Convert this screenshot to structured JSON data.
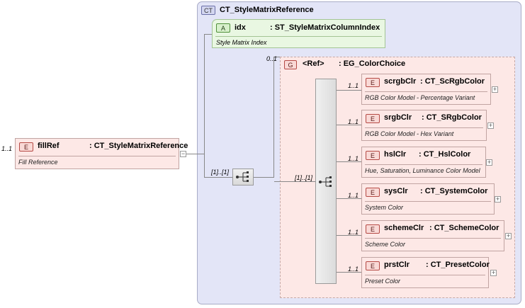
{
  "root": {
    "multiplicity": "1..1",
    "badge": "E",
    "name": "fillRef",
    "type": ": CT_StyleMatrixReference",
    "description": "Fill Reference",
    "collapse": "−"
  },
  "complex_type": {
    "badge": "CT",
    "title": "CT_StyleMatrixReference"
  },
  "attribute": {
    "badge": "A",
    "name": "idx",
    "type": ": ST_StyleMatrixColumnIndex",
    "description": "Style Matrix Index"
  },
  "sequence": {
    "multiplicity": "[1]..[1]"
  },
  "group": {
    "multiplicity": "0..1",
    "badge": "G",
    "ref": "<Ref>",
    "name": ": EG_ColorChoice"
  },
  "choice": {
    "multiplicity": "[1]..[1]"
  },
  "children": [
    {
      "multiplicity": "1..1",
      "badge": "E",
      "name": "scrgbClr",
      "type": ": CT_ScRgbColor",
      "description": "RGB Color Model - Percentage Variant",
      "expand": "+"
    },
    {
      "multiplicity": "1..1",
      "badge": "E",
      "name": "srgbClr",
      "type": ": CT_SRgbColor",
      "description": "RGB Color Model - Hex Variant",
      "expand": "+"
    },
    {
      "multiplicity": "1..1",
      "badge": "E",
      "name": "hslClr",
      "type": ": CT_HslColor",
      "description": "Hue, Saturation, Luminance Color Model",
      "expand": "+"
    },
    {
      "multiplicity": "1..1",
      "badge": "E",
      "name": "sysClr",
      "type": ": CT_SystemColor",
      "description": "System Color",
      "expand": "+"
    },
    {
      "multiplicity": "1..1",
      "badge": "E",
      "name": "schemeClr",
      "type": ": CT_SchemeColor",
      "description": "Scheme Color",
      "expand": "+"
    },
    {
      "multiplicity": "1..1",
      "badge": "E",
      "name": "prstClr",
      "type": ": CT_PresetColor",
      "description": "Preset Color",
      "expand": "+"
    }
  ],
  "colors": {
    "ct_background": "#e3e5f7",
    "element_fill": "#fde8e6",
    "attribute_fill": "#e9f7e2"
  }
}
